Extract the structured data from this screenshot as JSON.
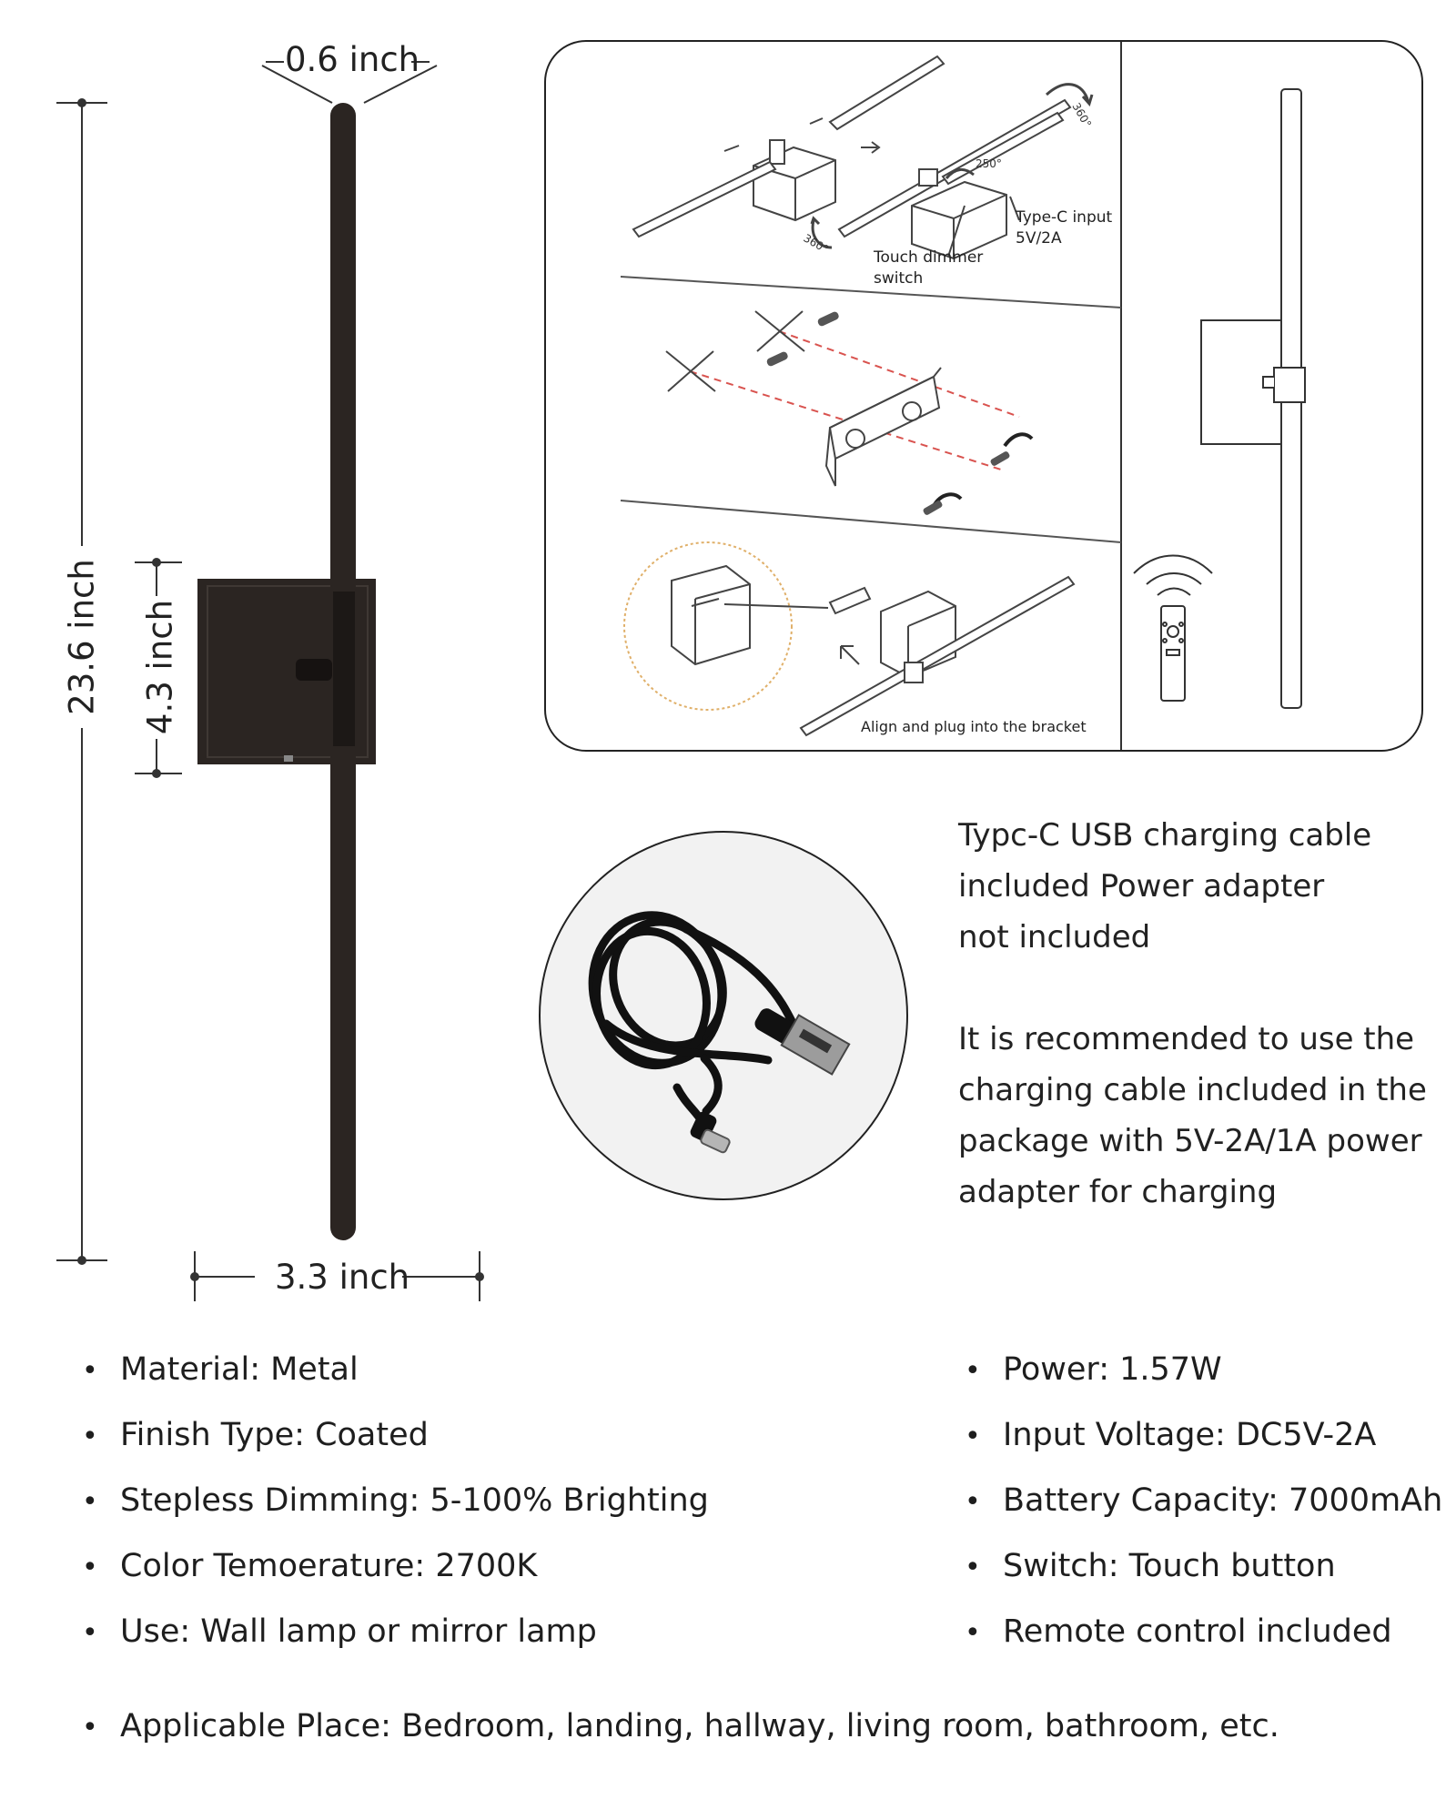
{
  "dimensions": {
    "top_width": "0.6 inch",
    "total_height": "23.6 inch",
    "base_height": "4.3 inch",
    "base_width": "3.3 inch"
  },
  "diagram": {
    "type_c_input": "Type-C input",
    "type_c_rating": "5V/2A",
    "touch_dimmer": "Touch dimmer",
    "touch_switch": "switch",
    "angle_360": "360°",
    "angle_250": "250°",
    "align_label": "Align and plug into the bracket"
  },
  "cable_info": {
    "line1": "Typc-C USB charging cable",
    "line2": "included Power adapter",
    "line3": "not included",
    "rec1": "It is recommended to use the",
    "rec2": "charging cable included in the",
    "rec3": "package with 5V-2A/1A power",
    "rec4": "adapter for charging"
  },
  "specs_left": [
    "Material: Metal",
    "Finish Type: Coated",
    "Stepless Dimming: 5-100% Brighting",
    "Color Temoerature: 2700K",
    "Use: Wall lamp or mirror lamp"
  ],
  "specs_right": [
    "Power: 1.57W",
    "Input Voltage: DC5V-2A",
    "Battery Capacity: 7000mAh",
    "Switch: Touch button",
    "Remote control included"
  ],
  "spec_full": "Applicable Place: Bedroom, landing, hallway, living room, bathroom, etc.",
  "bullet_symbol": "•",
  "colors": {
    "lamp": "#2b2522",
    "dashed_line": "#d9534f",
    "inset_circle": "#e0b06a",
    "text": "#1e1e1e"
  }
}
